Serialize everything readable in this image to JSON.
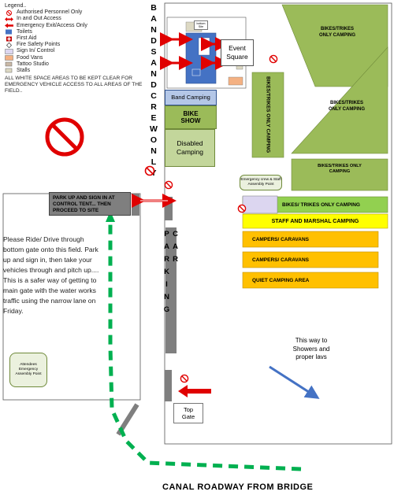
{
  "legend": {
    "title": "Legend..",
    "items": [
      {
        "icon": "no-entry-icon",
        "label": "Authorised Personnel Only"
      },
      {
        "icon": "double-arrow-icon",
        "label": "In and Out Access"
      },
      {
        "icon": "red-arrow-icon",
        "label": "Emergency Exit/Access Only"
      },
      {
        "icon": "toilet-block-icon",
        "label": "Toilets"
      },
      {
        "icon": "first-aid-icon",
        "label": "First Aid"
      },
      {
        "icon": "diamond-icon",
        "label": "Fire Safety Points"
      },
      {
        "icon": "sign-in-icon",
        "label": "Sign In/ Control"
      },
      {
        "icon": "food-van-icon",
        "label": "Food Vans"
      },
      {
        "icon": "tattoo-icon",
        "label": "Tattoo Studio"
      },
      {
        "icon": "stalls-icon",
        "label": "Stalls"
      }
    ],
    "note": "ALL WHITE SPACE AREAS TO BE KEPT CLEAR FOR EMERGENCY VEHICLE ACCESS TO ALL AREAS OF THE FIELD.."
  },
  "labels": {
    "bands_crew": "BANDS AND CREW ONLY",
    "bands_line1": "BANDS",
    "bands_line2": "AND",
    "bands_line3": "CREW",
    "bands_line4": "ONLY",
    "event_square_1": "Event",
    "event_square_2": "Square",
    "bottom_site": "bottom Site",
    "band_camping": "Band Camping",
    "bike_show_1": "BIKE",
    "bike_show_2": "SHOW",
    "disabled_camping_1": "Disabled",
    "disabled_camping_2": "Camping",
    "bikes_top_right": "BIKES/TRIKES ONLY CAMPING",
    "bikes_mid_right": "BIKES/TRIKES ONLY CAMPING",
    "bikes_vertical": "BIKES/TRIKES ONLY CAMPING",
    "bikes_small_right": "BIKES/TRIKES ONLY CAMPING",
    "emergency_crew_point": "Emergency crew & Staff Assembly Point",
    "bikes_strip": "BIKES/ TRIKES ONLY CAMPING",
    "staff_marshal": "STAFF AND MARSHAL CAMPING",
    "campers_1": "CAMPERS/ CARAVANS",
    "campers_2": "CAMPERS/ CARAVANS",
    "quiet_camping": "QUIET CAMPING AREA",
    "park_up": "PARK UP AND SIGN IN AT CONTROL TENT... THEN PROCEED TO SITE",
    "car_parking": "CAR PARKING",
    "instructions": "Please Ride/ Drive through bottom gate onto this field. Park up and sign in, then take your vehicles through and pitch up.... This is a safer way of getting to main gate with the water works traffic using the narrow lane on Friday.",
    "attendees_point": "Attendees Emergency Assembly Point",
    "showers": "This way to Showers and proper lavs",
    "top_gate_1": "Top",
    "top_gate_2": "Gate",
    "canal_road": "CANAL ROADWAY FROM BRIDGE"
  },
  "colors": {
    "green_zone": "#9bbb59",
    "green_light": "#c3d69b",
    "yellow": "#ffff00",
    "orange": "#ffc000",
    "blue": "#4472c4",
    "red": "#e00000",
    "grey": "#7f7f7f",
    "path_green": "#00b050",
    "tan": "#ddd9c3"
  }
}
